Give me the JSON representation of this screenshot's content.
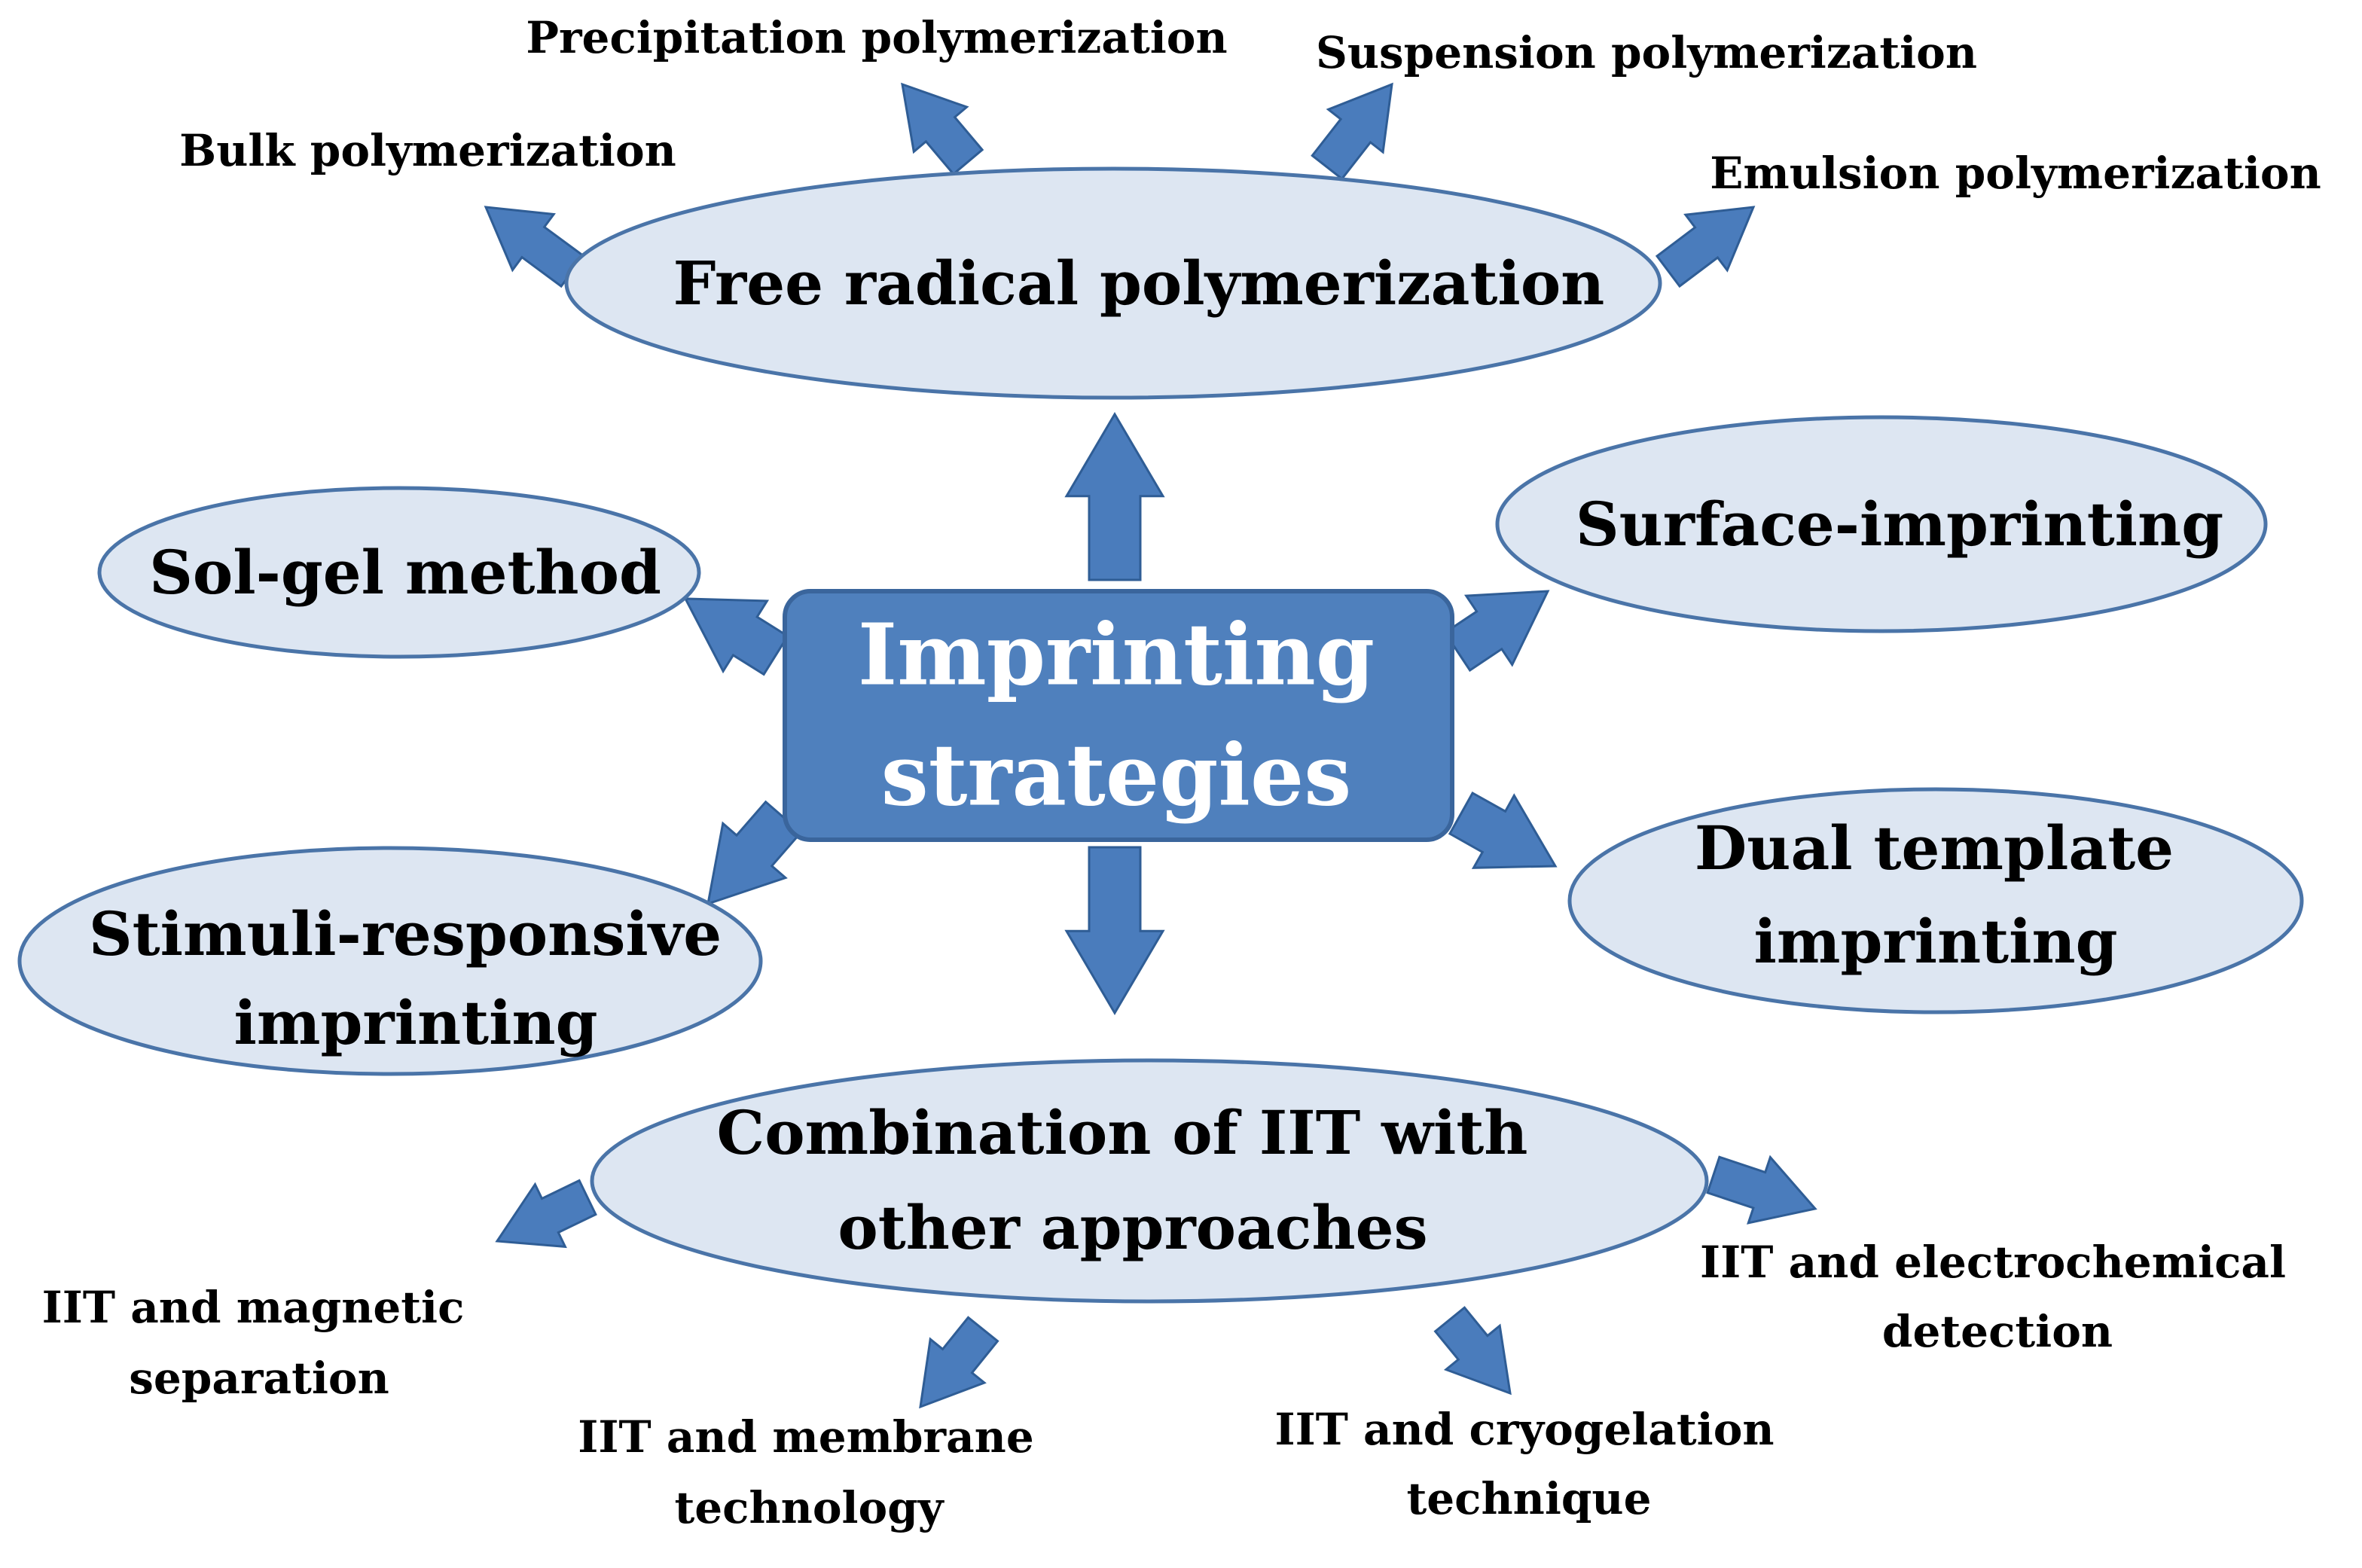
{
  "center": {
    "line1": "Imprinting",
    "line2": "strategies"
  },
  "nodes": {
    "free_radical": "Free radical polymerization",
    "surface": "Surface-imprinting",
    "sol_gel": "Sol-gel method",
    "dual_template": {
      "line1": "Dual template",
      "line2": "imprinting"
    },
    "stimuli": {
      "line1": "Stimuli-responsive",
      "line2": "imprinting"
    },
    "combination": {
      "line1": "Combination of IIT with",
      "line2": "other approaches"
    }
  },
  "free_radical_subtypes": {
    "bulk": "Bulk polymerization",
    "precipitation": "Precipitation polymerization",
    "suspension": "Suspension polymerization",
    "emulsion": "Emulsion polymerization"
  },
  "combination_subtypes": {
    "magnetic": {
      "line1": "IIT and magnetic",
      "line2": "separation"
    },
    "membrane": {
      "line1": "IIT and membrane",
      "line2": "technology"
    },
    "cryogelation": {
      "line1": "IIT and cryogelation",
      "line2": "technique"
    },
    "electrochemical": {
      "line1": "IIT and electrochemical",
      "line2": "detection"
    }
  },
  "colors": {
    "ellipse_fill": "#dde6f2",
    "ellipse_stroke": "#4a74a8",
    "arrow_fill": "#4a7cbc",
    "center_fill": "#4f80bd",
    "center_text": "#ffffff"
  }
}
